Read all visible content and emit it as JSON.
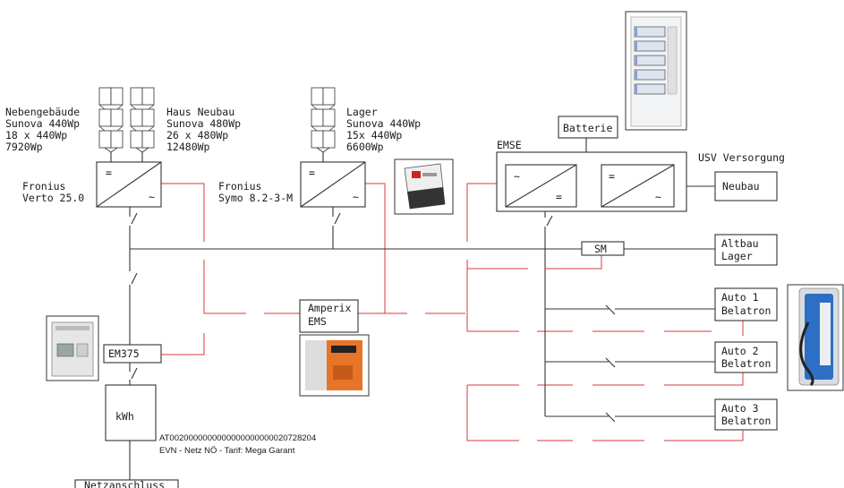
{
  "pv": {
    "nebengebaeude": [
      "Nebengebäude",
      "Sunova 440Wp",
      "18 x 440Wp",
      "7920Wp"
    ],
    "haus_neubau": [
      "Haus Neubau",
      "Sunova 480Wp",
      "26 x 480Wp",
      "12480Wp"
    ],
    "lager": [
      "Lager",
      "Sunova 440Wp",
      "15x 440Wp",
      "6600Wp"
    ]
  },
  "inverters": {
    "verto": [
      "Fronius",
      "Verto 25.0"
    ],
    "symo": [
      "Fronius",
      "Symo 8.2-3-M"
    ],
    "symbol_eq": "=",
    "symbol_ac": "~"
  },
  "emse": {
    "label": "EMSE",
    "battery": "Batterie",
    "usv": "USV Versorgung",
    "neubau": "Neubau"
  },
  "meters": {
    "sm": "SM",
    "em375": "EM375",
    "kwh": "kWh"
  },
  "ems": [
    "Amperix",
    "EMS"
  ],
  "loads": {
    "altbau": [
      "Altbau",
      "Lager"
    ],
    "auto1": [
      "Auto 1",
      "Belatron"
    ],
    "auto2": [
      "Auto 2",
      "Belatron"
    ],
    "auto3": [
      "Auto 3",
      "Belatron"
    ]
  },
  "grid": {
    "meter_id": "AT0020000000000000000000020728204",
    "tariff": "EVN - Netz NÖ - Tarif: Mega Garant",
    "connection": "Netzanschluss"
  },
  "colors": {
    "power_line": "#333333",
    "comm_line": "#d83a3a",
    "ems_device": "#e8742a"
  }
}
